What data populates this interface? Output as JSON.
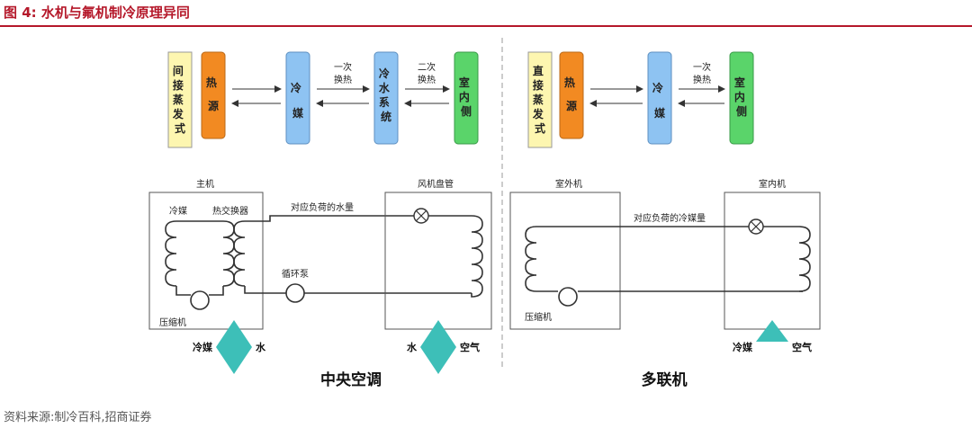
{
  "figure": {
    "title": "图 4:  水机与氟机制冷原理异同",
    "source": "资料来源:制冷百科,招商证券"
  },
  "central_ac": {
    "flow_boxes": [
      {
        "label": "间接蒸发式",
        "color": "#fdf6b0"
      },
      {
        "label": "热源",
        "color": "#f28a22"
      },
      {
        "label": "冷媒",
        "color": "#8ec3f2"
      },
      {
        "label": "冷水系统",
        "color": "#8ec3f2"
      },
      {
        "label": "室内侧",
        "color": "#5ad46a"
      }
    ],
    "exchange_1": [
      "一次",
      "换热"
    ],
    "exchange_2": [
      "二次",
      "换热"
    ],
    "main_unit": "主机",
    "refrigerant": "冷媒",
    "heat_exchanger": "热交换器",
    "compressor": "压缩机",
    "pump": "循环泵",
    "water_load": "对应负荷的水量",
    "fan_coil": "风机盘管",
    "diamond1_left": "冷媒",
    "diamond1_right": "水",
    "diamond2_left": "水",
    "diamond2_right": "空气",
    "title": "中央空调"
  },
  "vrf": {
    "flow_boxes": [
      {
        "label": "直接蒸发式",
        "color": "#fdf6b0"
      },
      {
        "label": "热源",
        "color": "#f28a22"
      },
      {
        "label": "冷媒",
        "color": "#8ec3f2"
      },
      {
        "label": "室内侧",
        "color": "#5ad46a"
      }
    ],
    "exchange_1": [
      "一次",
      "换热"
    ],
    "outdoor_unit": "室外机",
    "indoor_unit": "室内机",
    "refrigerant_load": "对应负荷的冷媒量",
    "compressor": "压缩机",
    "diamond_left": "冷媒",
    "diamond_right": "空气",
    "title": "多联机"
  },
  "colors": {
    "accent": "#b5182a",
    "diamond": "#3dbfb8",
    "pipe": "#333333"
  }
}
